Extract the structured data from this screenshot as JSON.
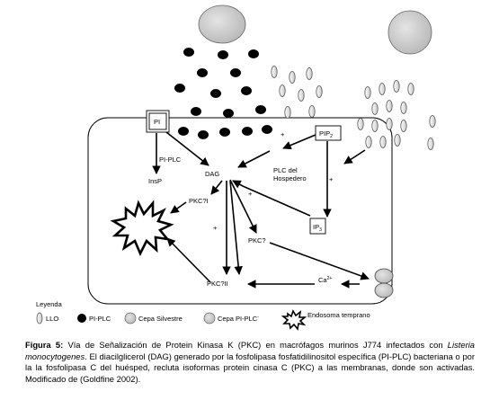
{
  "diagram": {
    "labels": {
      "pi": "PI",
      "pi_plc": "PI-PLC",
      "insp": "InsP",
      "dag": "DAG",
      "plc_host_line1": "PLC del",
      "plc_host_line2": "Hospedero",
      "pip2": "PIP",
      "pip2_sub": "2",
      "ip3": "IP",
      "ip3_sub": "3",
      "pkc1": "PKC?I",
      "pkc2": "PKC?",
      "pkc3": "PKC?II",
      "ca": "Ca",
      "ca_sup": "2+",
      "plus": "+"
    },
    "legend": {
      "title": "Leyenda",
      "items": [
        "LLO",
        "PI-PLC",
        "Cepa Silvestre",
        "Cepa PI-PLC",
        "Endosoma temprano"
      ],
      "minus_sup": "-"
    }
  },
  "caption": {
    "label": "Figura 5:",
    "text1": " Vía de Señalización de Protein Kinasa K (PKC) en macrófagos murinos J774 infectados con ",
    "species": "Listeria monocytogenes",
    "text2": ". El diacilglicerol (DAG) generado por la fosfolipasa fosfatidilinositol específica (PI-PLC) bacteriana o por la la fosfolipasa C del huésped, recluta isoformas protein cinasa C (PKC) a las membranas, donde son activadas. Modificado de (Goldfine 2002)."
  }
}
